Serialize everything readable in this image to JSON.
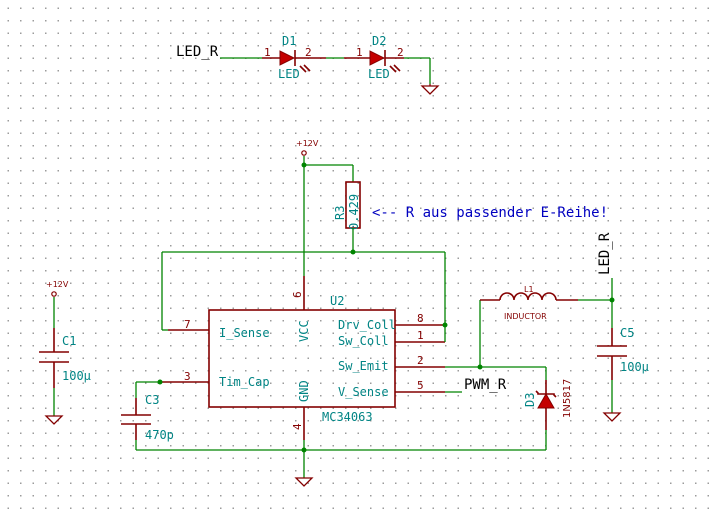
{
  "net_labels": {
    "led_top": "LED_R",
    "led_right": "LED_R",
    "pwm": "PWM_R"
  },
  "power": {
    "vcc_main": "+12V",
    "vcc_c1": "+12V"
  },
  "note": "<-- R aus passender E-Reihe!",
  "components": {
    "d1": {
      "ref": "D1",
      "value": "LED",
      "pin1": "1",
      "pin2": "2"
    },
    "d2": {
      "ref": "D2",
      "value": "LED",
      "pin1": "1",
      "pin2": "2"
    },
    "r3": {
      "ref": "R3",
      "value": "0.429"
    },
    "u2": {
      "ref": "U2",
      "value": "MC34063",
      "pins": {
        "i_sense": {
          "name": "I_Sense",
          "num": "7"
        },
        "tim_cap": {
          "name": "Tim_Cap",
          "num": "3"
        },
        "vcc": {
          "name": "VCC",
          "num": "6"
        },
        "gnd": {
          "name": "GND",
          "num": "4"
        },
        "drv_coll": {
          "name": "Drv_Coll",
          "num": "8"
        },
        "sw_coll": {
          "name": "Sw_Coll",
          "num": "1"
        },
        "sw_emit": {
          "name": "Sw_Emit",
          "num": "2"
        },
        "v_sense": {
          "name": "V_Sense",
          "num": "5"
        }
      }
    },
    "c1": {
      "ref": "C1",
      "value": "100µ"
    },
    "c3": {
      "ref": "C3",
      "value": "470p"
    },
    "c5": {
      "ref": "C5",
      "value": "100µ"
    },
    "l1": {
      "ref": "L1",
      "value": "INDUCTOR"
    },
    "d3": {
      "ref": "D3",
      "value": "1N5817"
    }
  },
  "colors": {
    "wire": "#008400",
    "component": "#840000",
    "reference": "#008484",
    "note": "#0000c0",
    "net_label": "#000000"
  }
}
